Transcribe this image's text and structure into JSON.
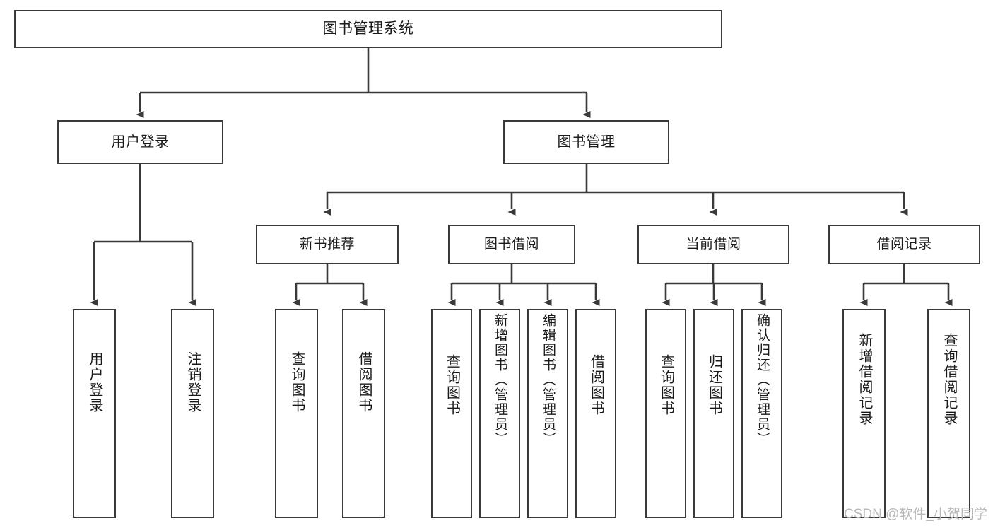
{
  "diagram": {
    "kind": "functional-structure-tree",
    "title": "图书管理系统",
    "background_color": "#ffffff",
    "line_color": "#3a3a3a",
    "text_color": "#1a1a1a",
    "root": {
      "label": "图书管理系统"
    },
    "level2": [
      {
        "label": "用户登录"
      },
      {
        "label": "图书管理"
      }
    ],
    "level3": [
      {
        "label": "新书推荐"
      },
      {
        "label": "图书借阅"
      },
      {
        "label": "当前借阅"
      },
      {
        "label": "借阅记录"
      }
    ],
    "leaves": {
      "user_login": [
        {
          "label": "用户登录"
        },
        {
          "label": "注销登录"
        }
      ],
      "new_book_recommend": [
        {
          "label": "查询图书"
        },
        {
          "label": "借阅图书"
        }
      ],
      "book_borrow": [
        {
          "label": "查询图书"
        },
        {
          "label": "新增图书（管理员）"
        },
        {
          "label": "编辑图书（管理员）"
        },
        {
          "label": "借阅图书"
        }
      ],
      "current_borrow": [
        {
          "label": "查询图书"
        },
        {
          "label": "归还图书"
        },
        {
          "label": "确认归还（管理员）"
        }
      ],
      "borrow_record": [
        {
          "label": "新增借阅记录"
        },
        {
          "label": "查询借阅记录"
        }
      ]
    },
    "watermark": "CSDN @软件_小贺同学"
  }
}
